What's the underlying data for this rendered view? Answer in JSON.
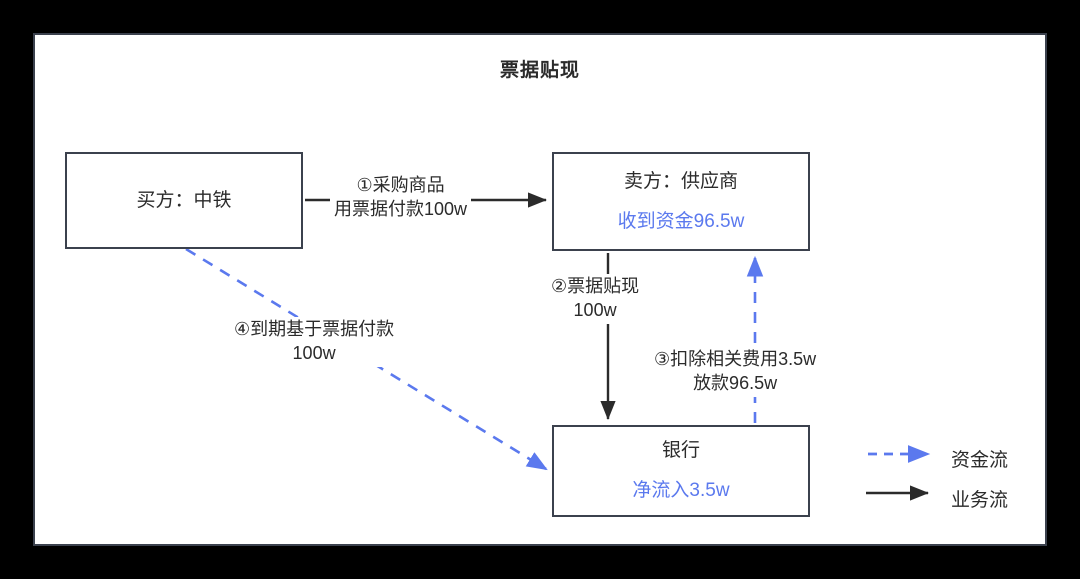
{
  "diagram": {
    "title": "票据贴现",
    "colors": {
      "background": "#000000",
      "panel": "#ffffff",
      "border": "#3b414d",
      "text": "#2b2b2b",
      "capital_flow": "#5b79ee",
      "business_flow": "#2b2b2b"
    },
    "nodes": [
      {
        "id": "buyer",
        "label": "买方：中铁",
        "value": ""
      },
      {
        "id": "seller",
        "label": "卖方：供应商",
        "value": "收到资金96.5w"
      },
      {
        "id": "bank",
        "label": "银行",
        "value": "净流入3.5w"
      }
    ],
    "edges": [
      {
        "id": "edge1",
        "from": "buyer",
        "to": "seller",
        "kind": "business-flow",
        "line1": "①采购商品",
        "line2": "用票据付款100w"
      },
      {
        "id": "edge2",
        "from": "seller",
        "to": "bank",
        "kind": "business-flow",
        "line1": "②票据贴现",
        "line2": "100w"
      },
      {
        "id": "edge3",
        "from": "bank",
        "to": "seller",
        "kind": "capital-flow",
        "line1": "③扣除相关费用3.5w",
        "line2": "放款96.5w"
      },
      {
        "id": "edge4",
        "from": "buyer",
        "to": "bank",
        "kind": "capital-flow",
        "line1": "④到期基于票据付款",
        "line2": "100w"
      }
    ],
    "legend": [
      {
        "id": "capital-flow",
        "style": "dashed-arrow",
        "label": "资金流"
      },
      {
        "id": "business-flow",
        "style": "solid-arrow",
        "label": "业务流"
      }
    ]
  }
}
